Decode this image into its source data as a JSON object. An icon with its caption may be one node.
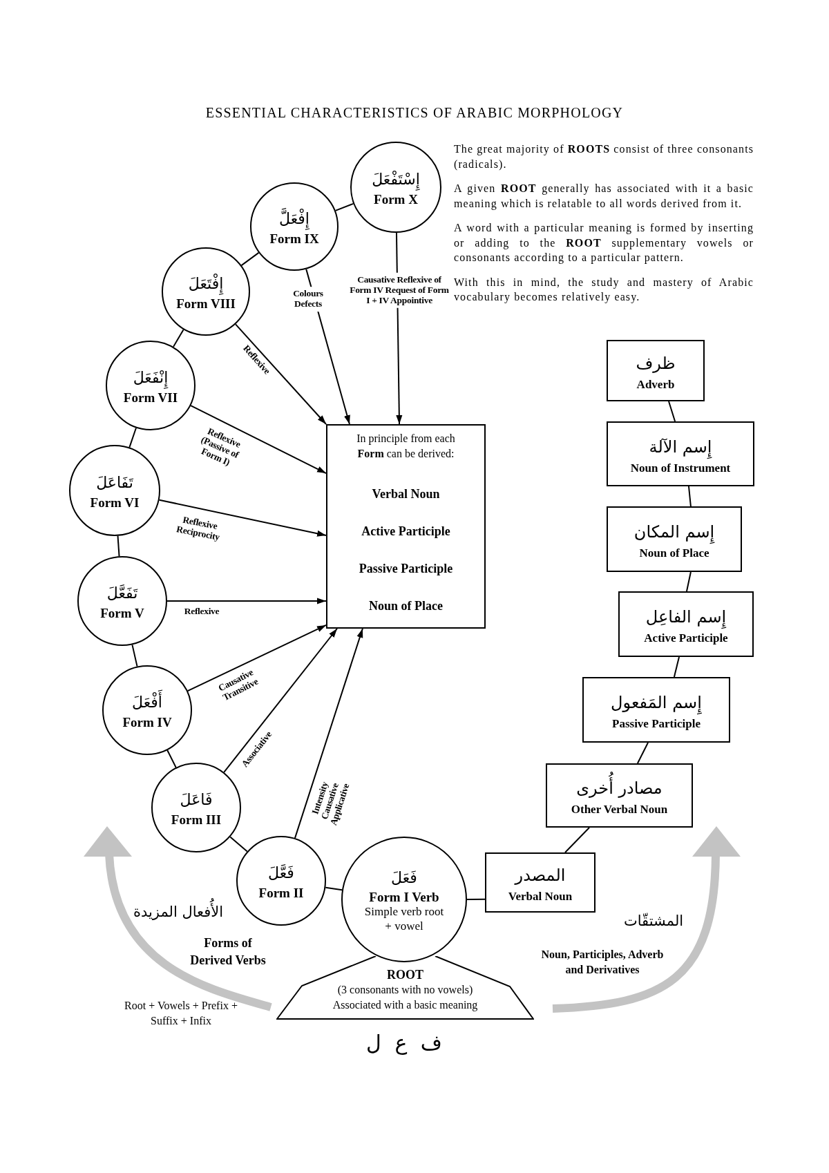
{
  "diagram": {
    "title": "ESSENTIAL CHARACTERISTICS OF ARABIC MORPHOLOGY",
    "nodes": [
      {
        "text": [
          "إِسْتَفْعَلَ",
          "Form X"
        ]
      },
      {
        "text": [
          "إِفْعَلَّ",
          "Form IX"
        ]
      },
      {
        "text": [
          "إِفْتَعَلَ",
          "Form VIII"
        ]
      },
      {
        "text": [
          "إِنْفَعَلَ",
          "Form VII"
        ]
      },
      {
        "text": [
          "تَفَاعَلَ",
          "Form VI"
        ]
      },
      {
        "text": [
          "تَفَعَّلَ",
          "Form V"
        ]
      },
      {
        "text": [
          "أَفْعَلَ",
          "Form IV"
        ]
      },
      {
        "text": [
          "فَاعَلَ",
          "Form III"
        ]
      },
      {
        "text": [
          "فَعَّلَ",
          "Form II"
        ]
      },
      {
        "text": [
          "فَعَلَ",
          "Form I Verb",
          "Simple verb root + vowel"
        ]
      },
      {
        "text": [
          "In principle from each **Form** can be derived:",
          "Verbal Noun",
          "Active Participle",
          "Passive Participle",
          "Noun of Place"
        ]
      },
      {
        "text": [
          "ظرف",
          "Adverb"
        ]
      },
      {
        "text": [
          "إِسم الآلة",
          "Noun of Instrument"
        ]
      },
      {
        "text": [
          "إِسم المكان",
          "Noun of Place"
        ]
      },
      {
        "text": [
          "إِسم الفاعِل",
          "Active Participle"
        ]
      },
      {
        "text": [
          "إِسم المَفعول",
          "Passive Participle"
        ]
      },
      {
        "text": [
          "مصادر أُخرى",
          "Other Verbal Noun"
        ]
      },
      {
        "text": [
          "المصدر",
          "Verbal Noun"
        ]
      },
      {
        "text": [
          "ROOT",
          "(3 consonants with no vowels)",
          "Associated with a basic meaning"
        ],
        "beside": [
          "ف ع ل"
        ]
      }
    ],
    "edges": [
      {
        "from": 9,
        "to": 8,
        "arrow": "none"
      },
      {
        "from": 8,
        "to": 7,
        "arrow": "none"
      },
      {
        "from": 7,
        "to": 6,
        "arrow": "none"
      },
      {
        "from": 6,
        "to": 5,
        "arrow": "none"
      },
      {
        "from": 5,
        "to": 4,
        "arrow": "none"
      },
      {
        "from": 4,
        "to": 3,
        "arrow": "none"
      },
      {
        "from": 3,
        "to": 2,
        "arrow": "none"
      },
      {
        "from": 2,
        "to": 1,
        "arrow": "none"
      },
      {
        "from": 1,
        "to": 0,
        "arrow": "none"
      },
      {
        "from": 0,
        "to": 10,
        "arrow": "to",
        "label": "Causative Reflexive of Form IV Request of Form I + IV Appointive"
      },
      {
        "from": 1,
        "to": 10,
        "arrow": "to",
        "label": "Colours Defects"
      },
      {
        "from": 2,
        "to": 10,
        "arrow": "to",
        "label": "Reflexive"
      },
      {
        "from": 3,
        "to": 10,
        "arrow": "to",
        "label": "Reflexive (Passive of Form I)"
      },
      {
        "from": 4,
        "to": 10,
        "arrow": "to",
        "label": "Reflexive Reciprocity"
      },
      {
        "from": 5,
        "to": 10,
        "arrow": "to",
        "label": "Reflexive"
      },
      {
        "from": 6,
        "to": 10,
        "arrow": "to",
        "label": "Causative Transitive"
      },
      {
        "from": 7,
        "to": 10,
        "arrow": "to",
        "label": "Associative"
      },
      {
        "from": 8,
        "to": 10,
        "arrow": "to",
        "label": "Intensity Causative Applicative"
      },
      {
        "from": 9,
        "to": 17,
        "arrow": "none"
      },
      {
        "from": 17,
        "to": 16,
        "arrow": "none"
      },
      {
        "from": 16,
        "to": 15,
        "arrow": "none"
      },
      {
        "from": 15,
        "to": 14,
        "arrow": "none"
      },
      {
        "from": 14,
        "to": 13,
        "arrow": "none"
      },
      {
        "from": 13,
        "to": 12,
        "arrow": "none"
      },
      {
        "from": 12,
        "to": 11,
        "arrow": "none"
      }
    ],
    "labels": [
      "The great majority of **ROOTS** consist of three consonants (radicals).",
      "A given **ROOT** generally has associated with it a basic meaning which is relatable to all words derived from it.",
      "A word with a particular meaning is formed by inserting or adding to the **ROOT** supplementary vowels or consonants according to a particular pattern.",
      "With this in mind, the study and mastery of Arabic vocabulary becomes relatively easy.",
      "الأُفعال المزيدة",
      "Forms of Derived Verbs",
      "Root + Vowels + Prefix + Suffix + Infix",
      "المشتقّات",
      "Noun, Participles, Adverb and Derivatives"
    ]
  }
}
